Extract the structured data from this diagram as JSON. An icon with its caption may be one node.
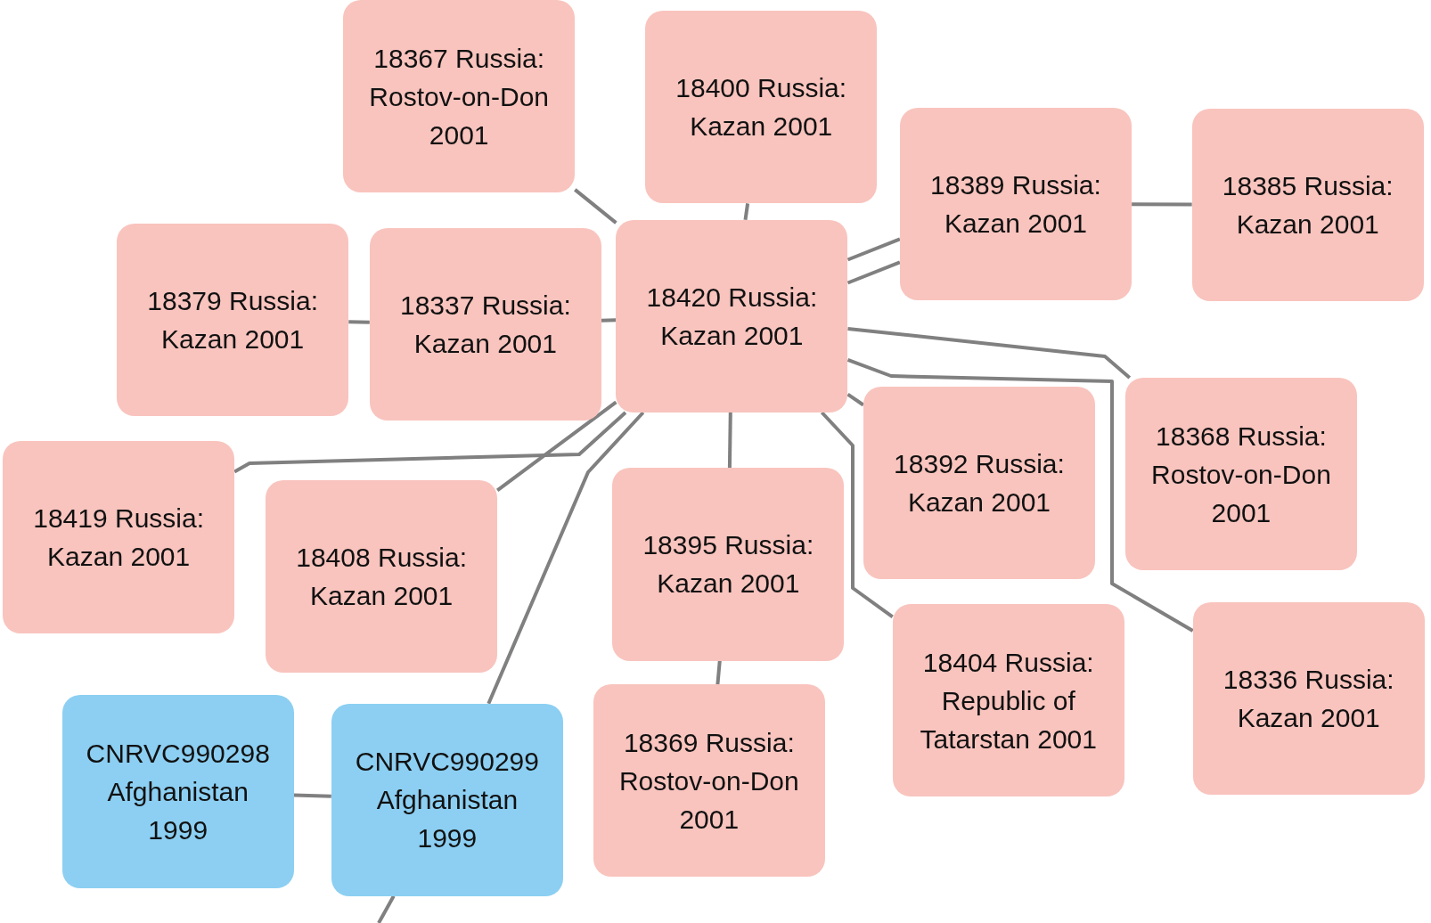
{
  "diagram": {
    "nodes": [
      {
        "text": [
          "18367 Russia: Rostov-on-Don 2001"
        ]
      },
      {
        "text": [
          "18400 Russia: Kazan 2001"
        ]
      },
      {
        "text": [
          "18389 Russia: Kazan 2001"
        ]
      },
      {
        "text": [
          "18385 Russia: Kazan 2001"
        ]
      },
      {
        "text": [
          "18379 Russia: Kazan 2001"
        ]
      },
      {
        "text": [
          "18337 Russia: Kazan 2001"
        ]
      },
      {
        "text": [
          "18420 Russia: Kazan 2001"
        ]
      },
      {
        "text": [
          "18419 Russia: Kazan 2001"
        ]
      },
      {
        "text": [
          "18408 Russia: Kazan 2001"
        ]
      },
      {
        "text": [
          "18395 Russia: Kazan 2001"
        ]
      },
      {
        "text": [
          "18392 Russia: Kazan 2001"
        ]
      },
      {
        "text": [
          "18368 Russia: Rostov-on-Don 2001"
        ]
      },
      {
        "text": [
          "18404 Russia: Republic of Tatarstan 2001"
        ]
      },
      {
        "text": [
          "18336 Russia: Kazan 2001"
        ]
      },
      {
        "text": [
          "18369 Russia: Rostov-on-Don 2001"
        ]
      },
      {
        "text": [
          "CNRVC990298 Afghanistan 1999"
        ]
      },
      {
        "text": [
          "CNRVC990299 Afghanistan 1999"
        ]
      }
    ],
    "edges": [
      {
        "from": 0,
        "to": 6,
        "arrow": "none"
      },
      {
        "from": 1,
        "to": 6,
        "arrow": "none"
      },
      {
        "from": 6,
        "to": 2,
        "arrow": "none"
      },
      {
        "from": 6,
        "to": 2,
        "arrow": "none"
      },
      {
        "from": 2,
        "to": 3,
        "arrow": "none"
      },
      {
        "from": 4,
        "to": 5,
        "arrow": "none"
      },
      {
        "from": 5,
        "to": 6,
        "arrow": "none"
      },
      {
        "from": 7,
        "to": 6,
        "arrow": "none"
      },
      {
        "from": 8,
        "to": 6,
        "arrow": "none"
      },
      {
        "from": 16,
        "to": 6,
        "arrow": "none"
      },
      {
        "from": 6,
        "to": 9,
        "arrow": "none"
      },
      {
        "from": 6,
        "to": 10,
        "arrow": "none"
      },
      {
        "from": 6,
        "to": 11,
        "arrow": "none"
      },
      {
        "from": 6,
        "to": 12,
        "arrow": "none"
      },
      {
        "from": 6,
        "to": 13,
        "arrow": "none"
      },
      {
        "from": 9,
        "to": 14,
        "arrow": "none"
      },
      {
        "from": 15,
        "to": 16,
        "arrow": "none"
      },
      {
        "from": 16,
        "to": null,
        "arrow": "none"
      }
    ]
  }
}
